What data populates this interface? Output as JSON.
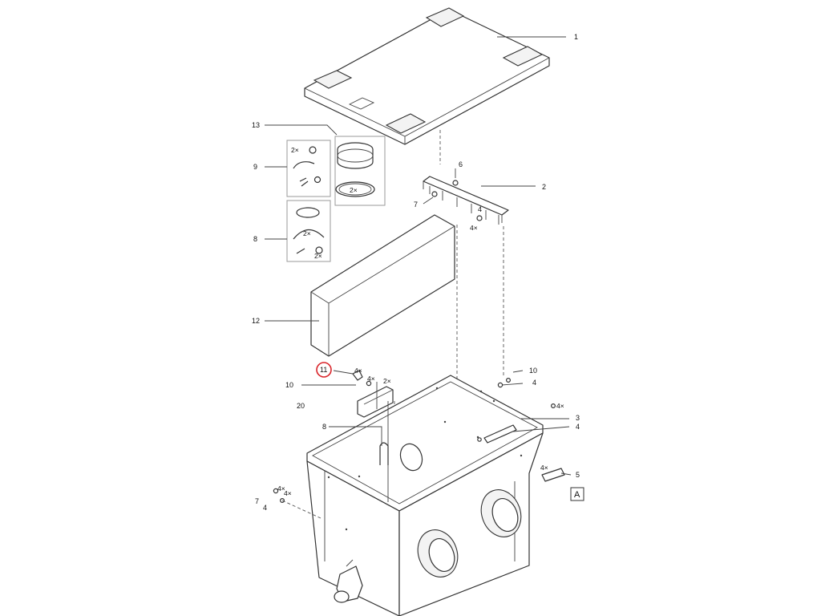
{
  "diagram": {
    "callouts": [
      {
        "id": "c1",
        "label": "1"
      },
      {
        "id": "c2",
        "label": "2"
      },
      {
        "id": "c3",
        "label": "3"
      },
      {
        "id": "c4a",
        "label": "4"
      },
      {
        "id": "c4b",
        "label": "4"
      },
      {
        "id": "c4c",
        "label": "4"
      },
      {
        "id": "c4d",
        "label": "4"
      },
      {
        "id": "c5",
        "label": "5"
      },
      {
        "id": "c6",
        "label": "6"
      },
      {
        "id": "c7a",
        "label": "7"
      },
      {
        "id": "c7b",
        "label": "7"
      },
      {
        "id": "c8a",
        "label": "8"
      },
      {
        "id": "c8b",
        "label": "8"
      },
      {
        "id": "c9",
        "label": "9"
      },
      {
        "id": "c10a",
        "label": "10"
      },
      {
        "id": "c10b",
        "label": "10"
      },
      {
        "id": "c11",
        "label": "11"
      },
      {
        "id": "c12",
        "label": "12"
      },
      {
        "id": "c13",
        "label": "13"
      },
      {
        "id": "c20",
        "label": "20"
      }
    ],
    "quantities": {
      "two_x": "2×",
      "four_x": "4×"
    },
    "view_label": "A",
    "highlight_color": "#d9262c"
  }
}
